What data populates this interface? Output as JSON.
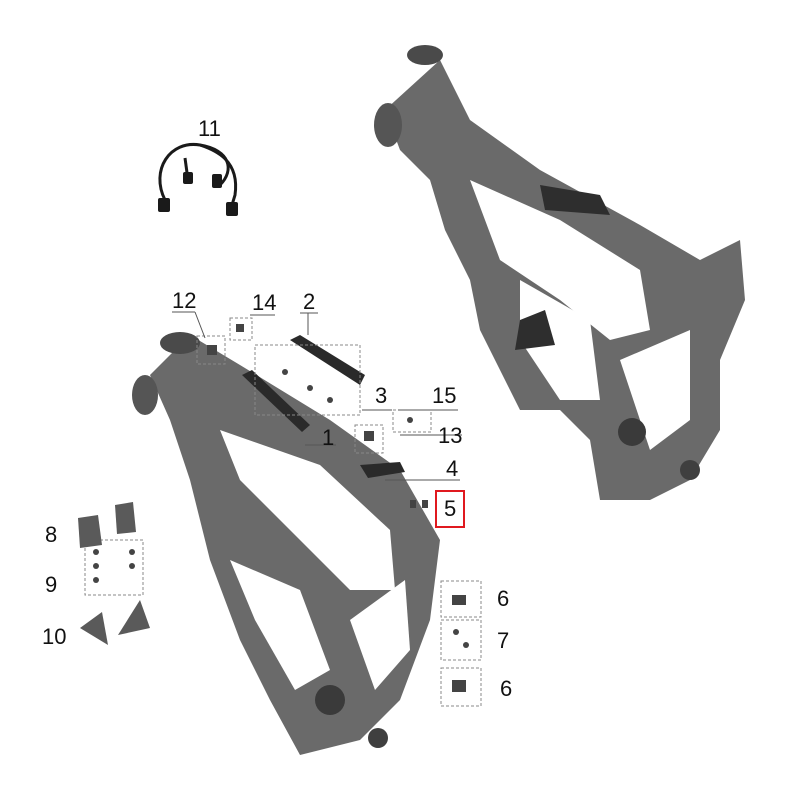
{
  "diagram": {
    "colors": {
      "frame": "#5f5f5f",
      "frame_dark": "#3f3f3f",
      "frame_light": "#808080",
      "highlight": "#e0191f",
      "leader": "#555555"
    },
    "callouts": [
      "11",
      "12",
      "14",
      "2",
      "3",
      "15",
      "13",
      "1",
      "4",
      "5",
      "8",
      "9",
      "10",
      "6",
      "7",
      "6"
    ],
    "highlighted_callout": "5"
  }
}
